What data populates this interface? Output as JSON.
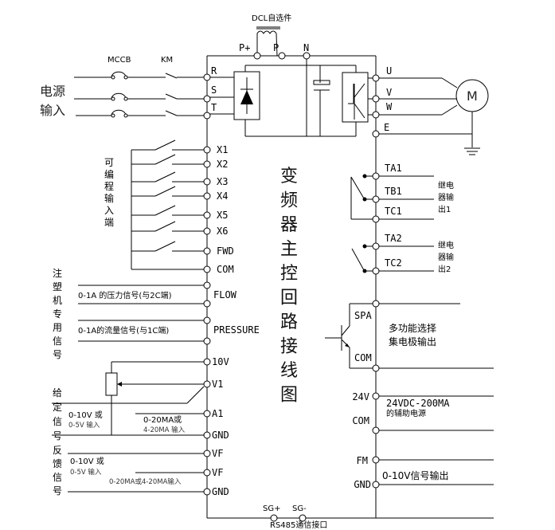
{
  "title_vertical": [
    "变",
    "频",
    "器",
    "主",
    "控",
    "回",
    "路",
    "接",
    "线",
    "图"
  ],
  "top": {
    "dcl_label": "DCL自选件",
    "p_plus": "P+",
    "p": "P",
    "n": "N",
    "mccb": "MCCB",
    "km": "KM"
  },
  "power_input": {
    "line1": "电源",
    "line2": "输入"
  },
  "input_terminals": {
    "R": "R",
    "S": "S",
    "T": "T"
  },
  "output_terminals": {
    "U": "U",
    "V": "V",
    "W": "W",
    "E": "E"
  },
  "motor_label": "M",
  "programmable_inputs": {
    "label_chars": [
      "可",
      "编",
      "程",
      "输",
      "入",
      "端"
    ],
    "terminals": [
      "X1",
      "X2",
      "X3",
      "X4",
      "X5",
      "X6",
      "FWD",
      "COM"
    ]
  },
  "injection_signal": {
    "label_chars": [
      "注",
      "塑",
      "机",
      "专",
      "用",
      "信",
      "号"
    ],
    "flow_desc": "0-1A 的压力信号(与2C端)",
    "flow_terminal": "FLOW",
    "pressure_desc": "0-1A的流量信号(与1C端)",
    "pressure_terminal": "PRESSURE"
  },
  "given_signal": {
    "label_chars": [
      "给",
      "定",
      "信",
      "号"
    ],
    "terminals": [
      "10V",
      "V1",
      "A1",
      "GND"
    ],
    "voltage_desc1": "0-10V 或",
    "voltage_desc2": "0-5V 输入",
    "current_desc1": "0-20MA或",
    "current_desc2": "4-20MA 输入"
  },
  "feedback_signal": {
    "label_chars": [
      "反",
      "馈",
      "信",
      "号"
    ],
    "terminals": [
      "VF",
      "VF",
      "GND"
    ],
    "voltage_desc1": "0-10V 或",
    "voltage_desc2": "0-5V 输入",
    "current_desc": "0-20MA或4-20MA输入"
  },
  "rs485": {
    "sg_plus": "SG+",
    "sg_minus": "SG-",
    "label": "RS485通信接口"
  },
  "relay1": {
    "terminals": [
      "TA1",
      "TB1",
      "TC1"
    ],
    "label_lines": [
      "继电",
      "器输",
      "出1"
    ]
  },
  "relay2": {
    "terminals": [
      "TA2",
      "TC2"
    ],
    "label_lines": [
      "继电",
      "器输",
      "出2"
    ]
  },
  "collector_output": {
    "terminals": [
      "SPA",
      "COM"
    ],
    "label_lines": [
      "多功能选择",
      "集电极输出"
    ]
  },
  "aux_power": {
    "terminals": [
      "24V",
      "COM"
    ],
    "label_lines": [
      "24VDC-200MA",
      "的辅助电源"
    ]
  },
  "analog_output": {
    "terminals": [
      "FM",
      "GND"
    ],
    "label": "0-10V信号输出"
  }
}
